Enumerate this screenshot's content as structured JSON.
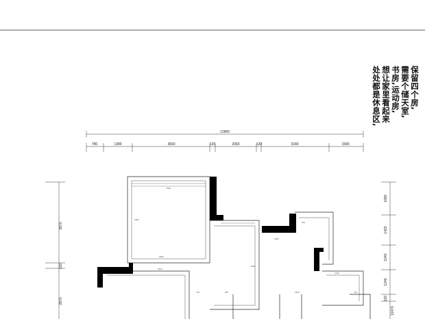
{
  "note": {
    "lines": [
      "保留四个房,",
      "需要个储天室,",
      "书房,运动房,",
      "想让家里看起来",
      "处处都是休息区,"
    ]
  },
  "dimensions": {
    "overall_top": "12860",
    "top_segments": [
      "780",
      "1380",
      "3660",
      "120",
      "2060",
      "120",
      "3180",
      "1580"
    ],
    "left_side": [
      "3870",
      "120",
      "2870"
    ],
    "right_side": [
      "1680",
      "1420",
      "1040",
      "1240",
      "120",
      "11470"
    ]
  },
  "room_labels": [
    "3660",
    "2980",
    "1800",
    "5900",
    "3660",
    "900",
    "1600",
    "1290",
    "750",
    "950",
    "1800",
    "720"
  ],
  "colors": {
    "wall_fill": "#000000",
    "line": "#222222",
    "background": "#ffffff"
  }
}
